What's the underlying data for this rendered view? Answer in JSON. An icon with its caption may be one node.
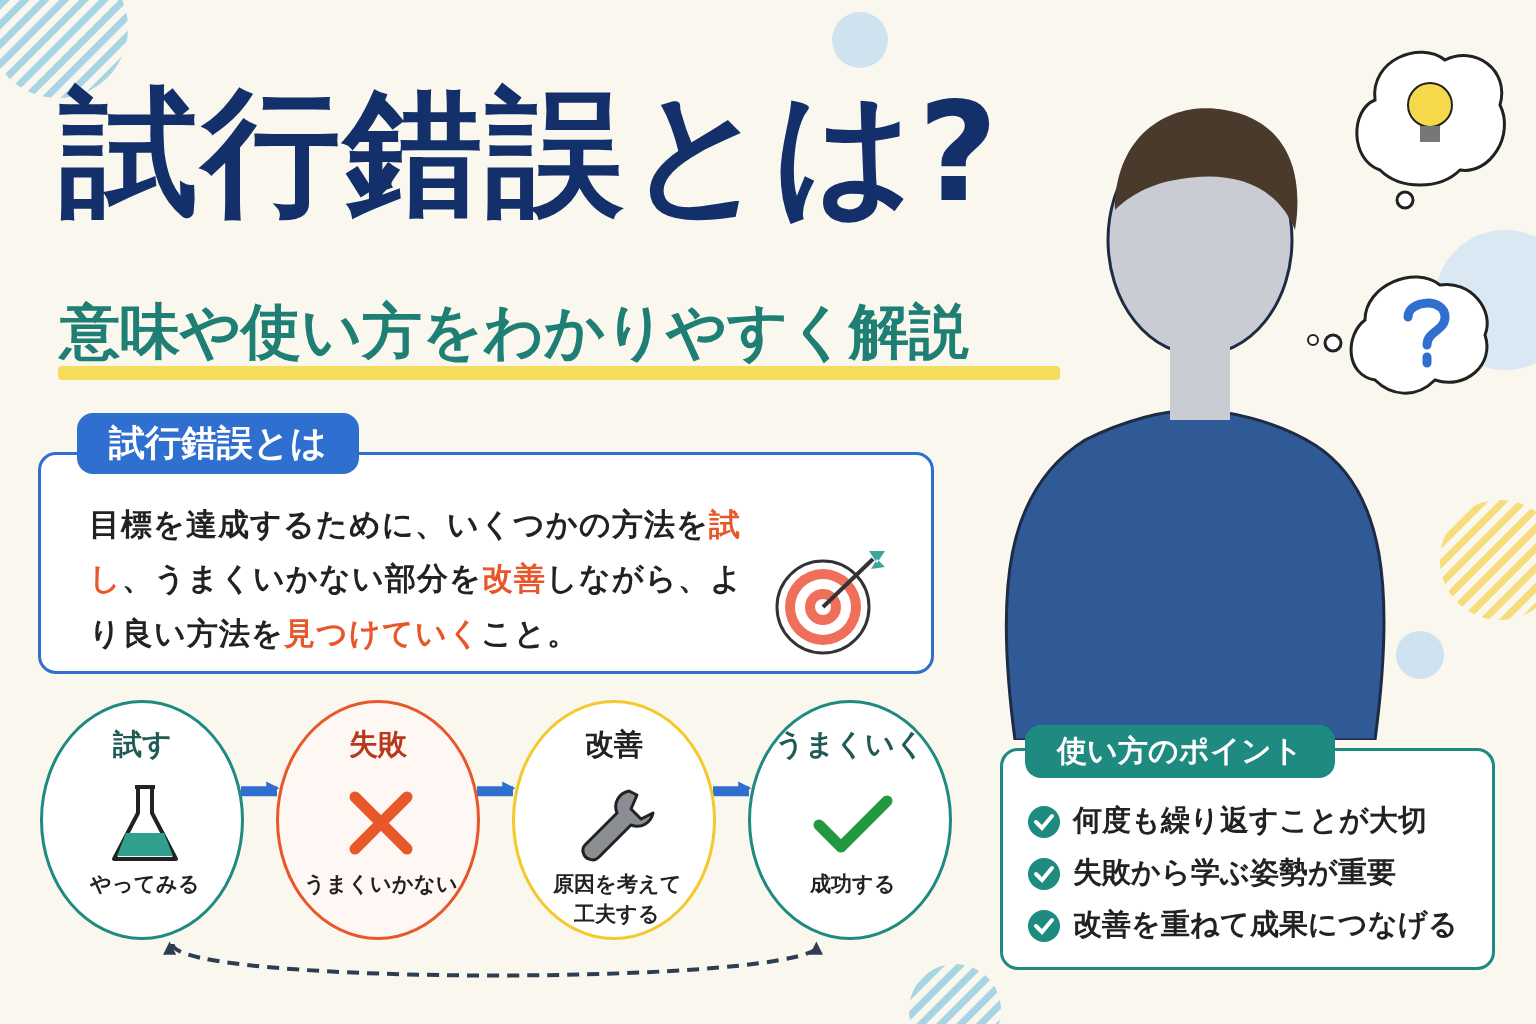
{
  "diagram": {
    "title": "試行錯誤とは?",
    "nodes": [
      {
        "text": [
          "試行錯誤とは",
          "目標を達成するために、いくつかの方法を**試し**、うまくいかない部分を**改善**しながら、より良い方法を**見つけていく**こと。"
        ]
      },
      {
        "text": [
          "試す",
          "やってみる"
        ]
      },
      {
        "text": [
          "失敗",
          "うまくいかない"
        ]
      },
      {
        "text": [
          "改善",
          "原因を考えて工夫する"
        ]
      },
      {
        "text": [
          "うまくいく",
          "成功する"
        ]
      },
      {
        "text": [
          "使い方のポイント",
          "何度も繰り返すことが大切",
          "失敗から学ぶ姿勢が重要",
          "改善を重ねて成果につなげる"
        ]
      }
    ],
    "edges": [
      {
        "from": 1,
        "to": 2,
        "arrow": "to"
      },
      {
        "from": 2,
        "to": 3,
        "arrow": "to"
      },
      {
        "from": 3,
        "to": 4,
        "arrow": "to"
      },
      {
        "from": 1,
        "to": 4,
        "arrow": "both",
        "style": "dashed",
        "color": "#2d3e50"
      }
    ],
    "labels": [
      "意味や使い方をわかりやすく解説"
    ]
  }
}
